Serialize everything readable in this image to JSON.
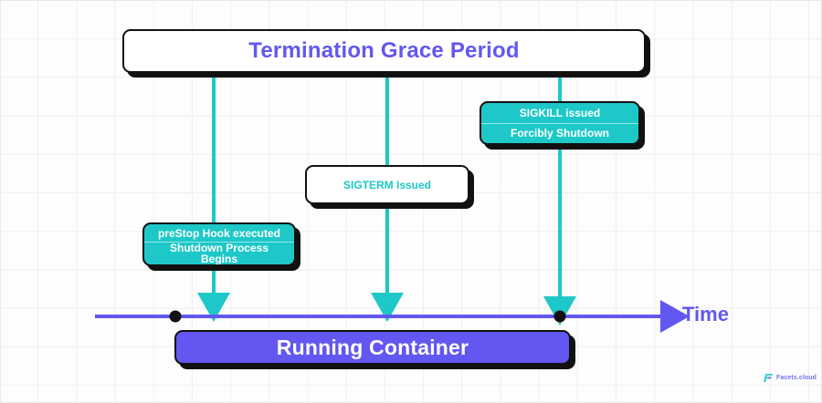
{
  "diagram": {
    "title_box": {
      "label": "Termination Grace Period"
    },
    "events": [
      {
        "id": "prestop",
        "lines": [
          "preStop Hook executed",
          "Shutdown Process Begins"
        ],
        "style": "teal-filled"
      },
      {
        "id": "sigterm",
        "lines": [
          "SIGTERM Issued"
        ],
        "style": "white-outline"
      },
      {
        "id": "sigkill",
        "lines": [
          "SIGKILL issued",
          "Forcibly Shutdown"
        ],
        "style": "teal-filled"
      }
    ],
    "container_box": {
      "label": "Running Container"
    },
    "axis": {
      "label": "Time",
      "arrow_icon": "arrow-right-icon",
      "markers": 2
    },
    "watermark": {
      "text": "Facets.cloud",
      "icon": "facets-logo-icon"
    },
    "colors": {
      "teal": "#1ec8c8",
      "purple": "#6257f0",
      "outline": "#111111",
      "white": "#ffffff",
      "background": "#fdfdfd",
      "grid": "#eeeeee"
    }
  }
}
